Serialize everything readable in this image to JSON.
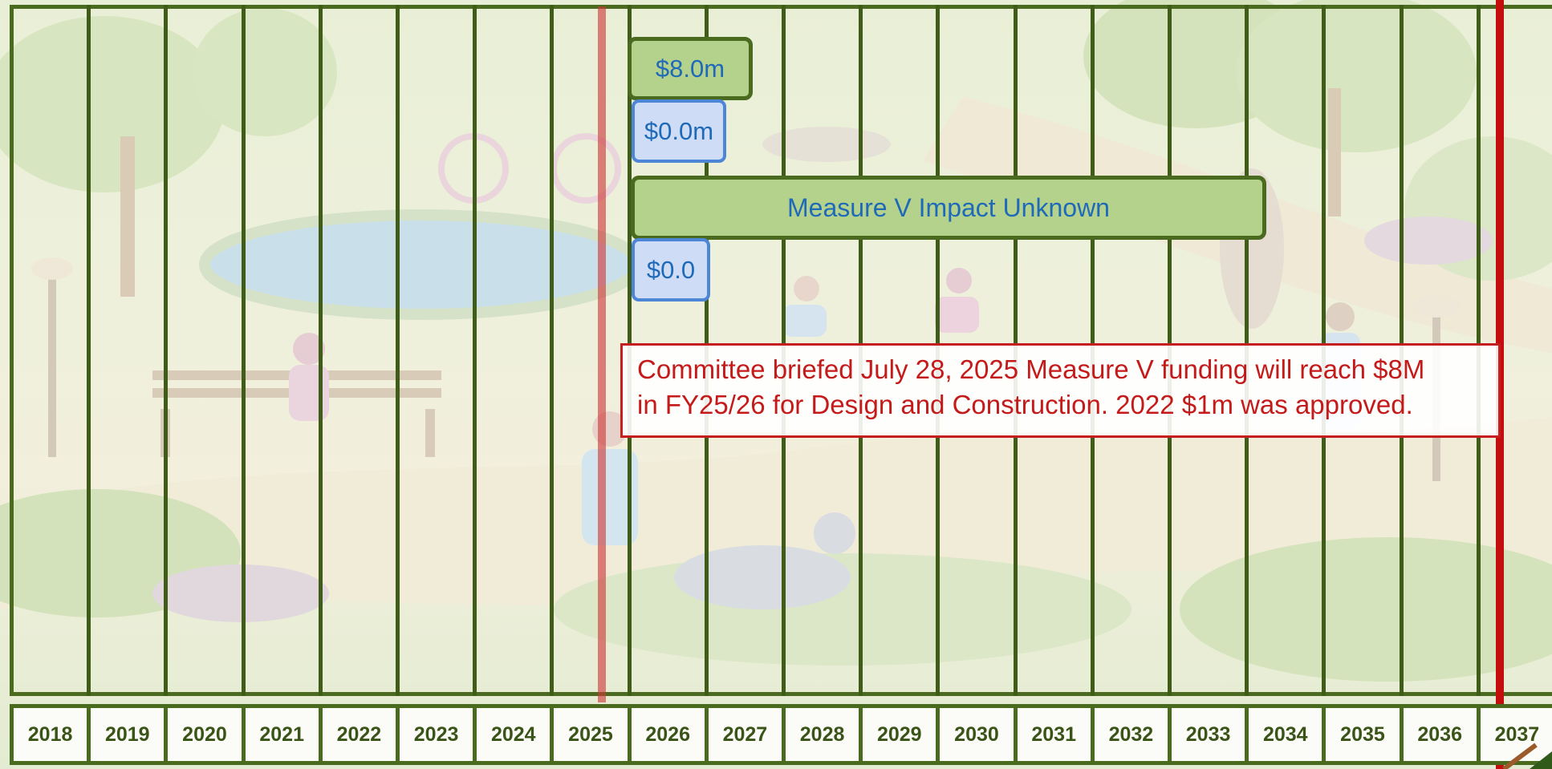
{
  "timeline": {
    "years": [
      "2018",
      "2019",
      "2020",
      "2021",
      "2022",
      "2023",
      "2024",
      "2025",
      "2026",
      "2027",
      "2028",
      "2029",
      "2030",
      "2031",
      "2032",
      "2033",
      "2034",
      "2035",
      "2036",
      "2037"
    ]
  },
  "annotations": {
    "total_funding": "$8.0m",
    "allocated_funding": "$0.0m",
    "measure_v_status": "Measure V Impact Unknown",
    "other_funding": "$0.0",
    "committee_note": {
      "line1": "Committee briefed July 28, 2025 Measure V funding will reach $8M",
      "line2": "in FY25/26 for Design and Construction. 2022 $1m was approved."
    }
  },
  "colors": {
    "frame_green": "#4a6a1f",
    "box_green_fill": "#b5d28c",
    "box_blue_fill": "#cfdcf6",
    "box_blue_border": "#4d86d6",
    "accent_red": "#c40d0d",
    "label_blue": "#1f6ab8"
  }
}
